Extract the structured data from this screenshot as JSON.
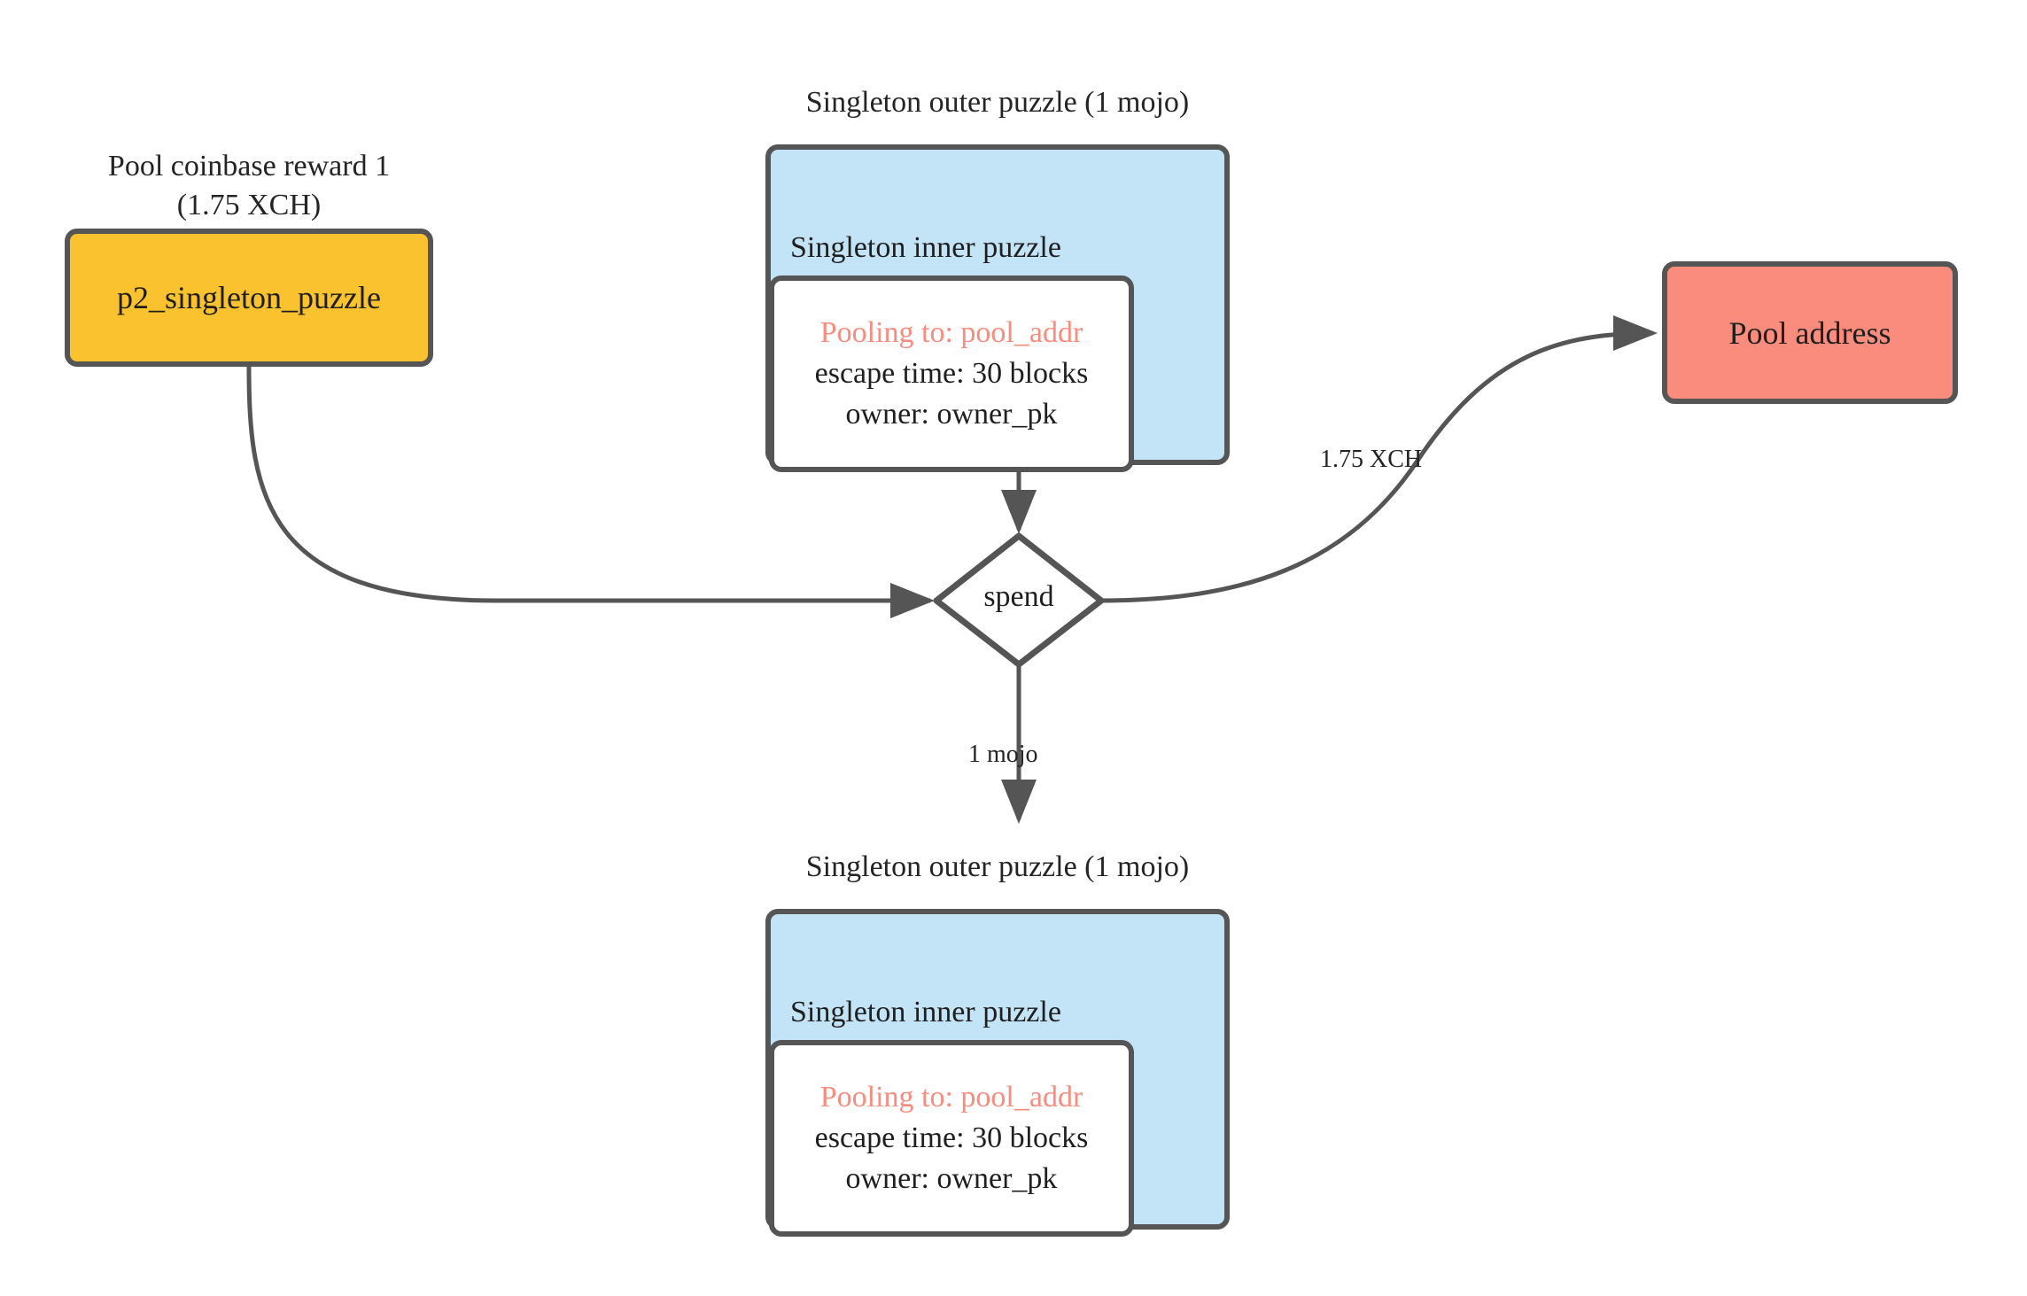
{
  "diagram": {
    "title": "Chia singleton pooling spend flow",
    "background": "#ffffff",
    "stroke": "#555555",
    "colors": {
      "coinbase_fill": "#f9c22e",
      "singleton_outer_fill": "#c3e4f7",
      "singleton_inner_fill": "#ffffff",
      "pool_address_fill": "#fa8c7e",
      "accent_text": "#fa8c7e",
      "text": "#1f1f1f"
    }
  },
  "coinbase": {
    "caption_line1": "Pool coinbase reward 1",
    "caption_line2": "(1.75 XCH)",
    "label": "p2_singleton_puzzle"
  },
  "singleton_top": {
    "caption": "Singleton outer puzzle (1 mojo)",
    "inner_title": "Singleton inner puzzle",
    "inner_lines": [
      "Pooling to: pool_addr",
      "escape time: 30 blocks",
      "owner: owner_pk"
    ]
  },
  "singleton_bottom": {
    "caption": "Singleton outer puzzle (1 mojo)",
    "inner_title": "Singleton inner puzzle",
    "inner_lines": [
      "Pooling to: pool_addr",
      "escape time: 30 blocks",
      "owner: owner_pk"
    ]
  },
  "spend": {
    "label": "spend"
  },
  "pool_address": {
    "label": "Pool address"
  },
  "edges": {
    "coinbase_to_spend": "",
    "singleton_to_spend": "",
    "spend_to_pool_address": "1.75 XCH",
    "spend_to_singleton_bottom": "1 mojo"
  }
}
